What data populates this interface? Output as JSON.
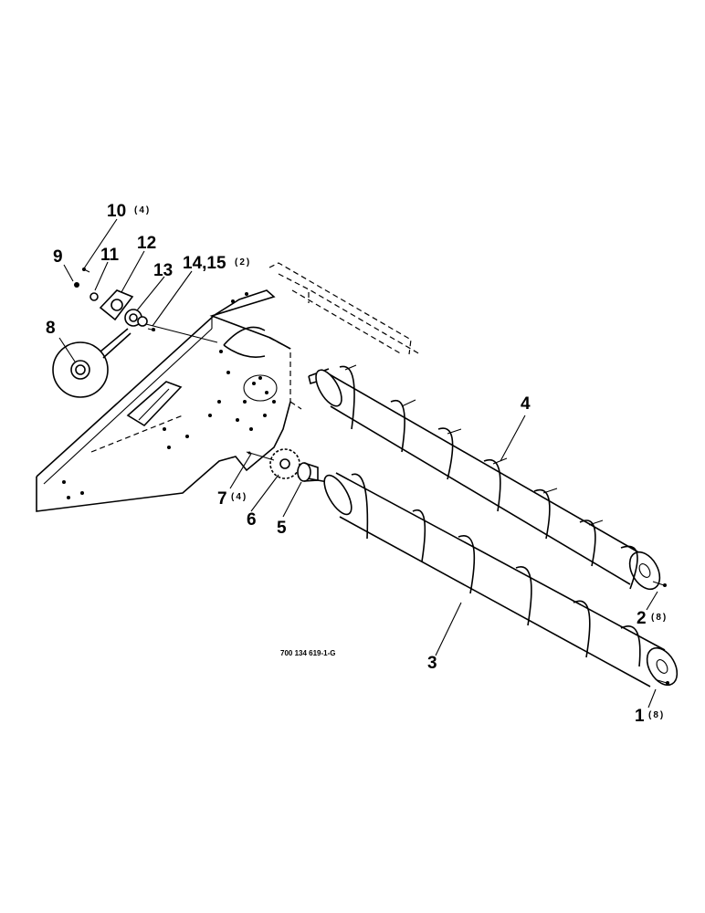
{
  "figure_id": "700 134 619-1-G",
  "callouts": [
    {
      "id": "c10",
      "number": "10",
      "qty": "(4)"
    },
    {
      "id": "c9",
      "number": "9",
      "qty": ""
    },
    {
      "id": "c11",
      "number": "11",
      "qty": ""
    },
    {
      "id": "c12",
      "number": "12",
      "qty": ""
    },
    {
      "id": "c13",
      "number": "13",
      "qty": ""
    },
    {
      "id": "c1415",
      "number": "14,15",
      "qty": "(2)"
    },
    {
      "id": "c8",
      "number": "8",
      "qty": ""
    },
    {
      "id": "c4",
      "number": "4",
      "qty": ""
    },
    {
      "id": "c7",
      "number": "7",
      "qty": "(4)"
    },
    {
      "id": "c6",
      "number": "6",
      "qty": ""
    },
    {
      "id": "c5",
      "number": "5",
      "qty": ""
    },
    {
      "id": "c2",
      "number": "2",
      "qty": "(8)"
    },
    {
      "id": "c3",
      "number": "3",
      "qty": ""
    },
    {
      "id": "c1",
      "number": "1",
      "qty": "(8)"
    }
  ]
}
